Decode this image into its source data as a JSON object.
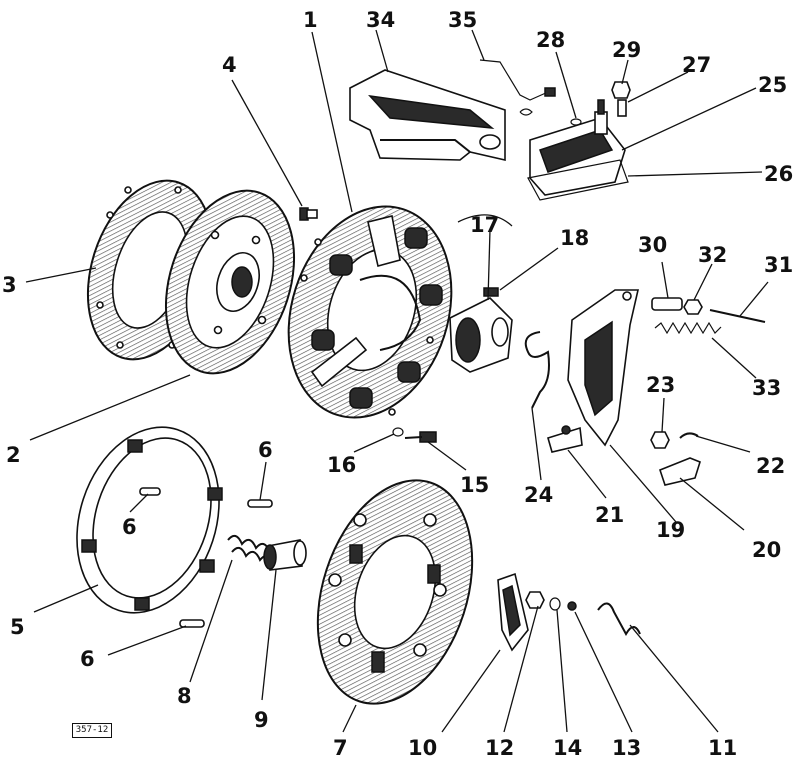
{
  "diagram": {
    "plate_tag": "357-12",
    "callouts": [
      {
        "key": "c1",
        "label": "1"
      },
      {
        "key": "c2",
        "label": "2"
      },
      {
        "key": "c3",
        "label": "3"
      },
      {
        "key": "c4",
        "label": "4"
      },
      {
        "key": "c5",
        "label": "5"
      },
      {
        "key": "c6a",
        "label": "6"
      },
      {
        "key": "c6b",
        "label": "6"
      },
      {
        "key": "c6c",
        "label": "6"
      },
      {
        "key": "c7",
        "label": "7"
      },
      {
        "key": "c8",
        "label": "8"
      },
      {
        "key": "c9",
        "label": "9"
      },
      {
        "key": "c10",
        "label": "10"
      },
      {
        "key": "c11",
        "label": "11"
      },
      {
        "key": "c12",
        "label": "12"
      },
      {
        "key": "c13",
        "label": "13"
      },
      {
        "key": "c14",
        "label": "14"
      },
      {
        "key": "c15",
        "label": "15"
      },
      {
        "key": "c16",
        "label": "16"
      },
      {
        "key": "c17",
        "label": "17"
      },
      {
        "key": "c18",
        "label": "18"
      },
      {
        "key": "c19",
        "label": "19"
      },
      {
        "key": "c20",
        "label": "20"
      },
      {
        "key": "c21",
        "label": "21"
      },
      {
        "key": "c22",
        "label": "22"
      },
      {
        "key": "c23",
        "label": "23"
      },
      {
        "key": "c24",
        "label": "24"
      },
      {
        "key": "c25",
        "label": "25"
      },
      {
        "key": "c26",
        "label": "26"
      },
      {
        "key": "c27",
        "label": "27"
      },
      {
        "key": "c28",
        "label": "28"
      },
      {
        "key": "c29",
        "label": "29"
      },
      {
        "key": "c30",
        "label": "30"
      },
      {
        "key": "c31",
        "label": "31"
      },
      {
        "key": "c32",
        "label": "32"
      },
      {
        "key": "c33",
        "label": "33"
      },
      {
        "key": "c34",
        "label": "34"
      },
      {
        "key": "c35",
        "label": "35"
      }
    ]
  }
}
